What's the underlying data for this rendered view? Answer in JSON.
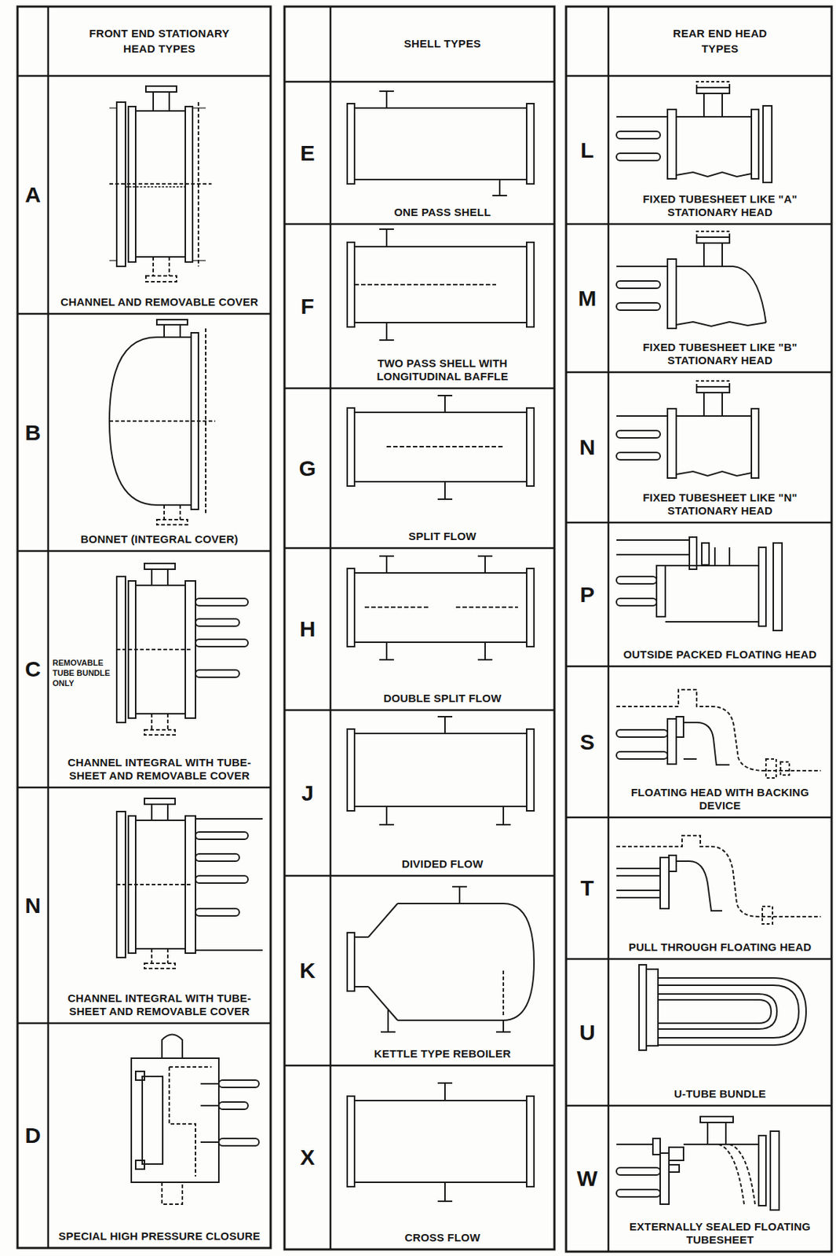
{
  "diagram": {
    "nodes": [
      {
        "text": [
          "FRONT END STATIONARY HEAD TYPES"
        ]
      },
      {
        "text": [
          "A"
        ]
      },
      {
        "text": [
          "CHANNEL AND REMOVABLE COVER"
        ]
      },
      {
        "text": [
          "B"
        ]
      },
      {
        "text": [
          "BONNET (INTEGRAL COVER)"
        ]
      },
      {
        "text": [
          "C"
        ]
      },
      {
        "text": [
          "REMOVABLE TUBE BUNDLE ONLY",
          "CHANNEL INTEGRAL WITH TUBE-SHEET AND REMOVABLE COVER"
        ]
      },
      {
        "text": [
          "N"
        ]
      },
      {
        "text": [
          "CHANNEL INTEGRAL WITH TUBE-SHEET AND REMOVABLE COVER"
        ]
      },
      {
        "text": [
          "D"
        ]
      },
      {
        "text": [
          "SPECIAL HIGH PRESSURE CLOSURE"
        ]
      },
      {
        "text": [
          "SHELL TYPES"
        ]
      },
      {
        "text": [
          "E"
        ]
      },
      {
        "text": [
          "ONE PASS SHELL"
        ]
      },
      {
        "text": [
          "F"
        ]
      },
      {
        "text": [
          "TWO PASS SHELL WITH LONGITUDINAL BAFFLE"
        ]
      },
      {
        "text": [
          "G"
        ]
      },
      {
        "text": [
          "SPLIT FLOW"
        ]
      },
      {
        "text": [
          "H"
        ]
      },
      {
        "text": [
          "DOUBLE SPLIT FLOW"
        ]
      },
      {
        "text": [
          "J"
        ]
      },
      {
        "text": [
          "DIVIDED FLOW"
        ]
      },
      {
        "text": [
          "K"
        ]
      },
      {
        "text": [
          "KETTLE TYPE REBOILER"
        ]
      },
      {
        "text": [
          "X"
        ]
      },
      {
        "text": [
          "CROSS FLOW"
        ]
      },
      {
        "text": [
          "REAR END HEAD TYPES"
        ]
      },
      {
        "text": [
          "L"
        ]
      },
      {
        "text": [
          "FIXED TUBESHEET LIKE \"A\" STATIONARY HEAD"
        ]
      },
      {
        "text": [
          "M"
        ]
      },
      {
        "text": [
          "FIXED TUBESHEET LIKE \"B\" STATIONARY HEAD"
        ]
      },
      {
        "text": [
          "N"
        ]
      },
      {
        "text": [
          "FIXED TUBESHEET LIKE \"N\" STATIONARY HEAD"
        ]
      },
      {
        "text": [
          "P"
        ]
      },
      {
        "text": [
          "OUTSIDE PACKED FLOATING HEAD"
        ]
      },
      {
        "text": [
          "S"
        ]
      },
      {
        "text": [
          "FLOATING HEAD WITH BACKING DEVICE"
        ]
      },
      {
        "text": [
          "T"
        ]
      },
      {
        "text": [
          "PULL THROUGH FLOATING HEAD"
        ]
      },
      {
        "text": [
          "U"
        ]
      },
      {
        "text": [
          "U-TUBE BUNDLE"
        ]
      },
      {
        "text": [
          "W"
        ]
      },
      {
        "text": [
          "EXTERNALLY SEALED FLOATING TUBESHEET"
        ]
      }
    ]
  }
}
